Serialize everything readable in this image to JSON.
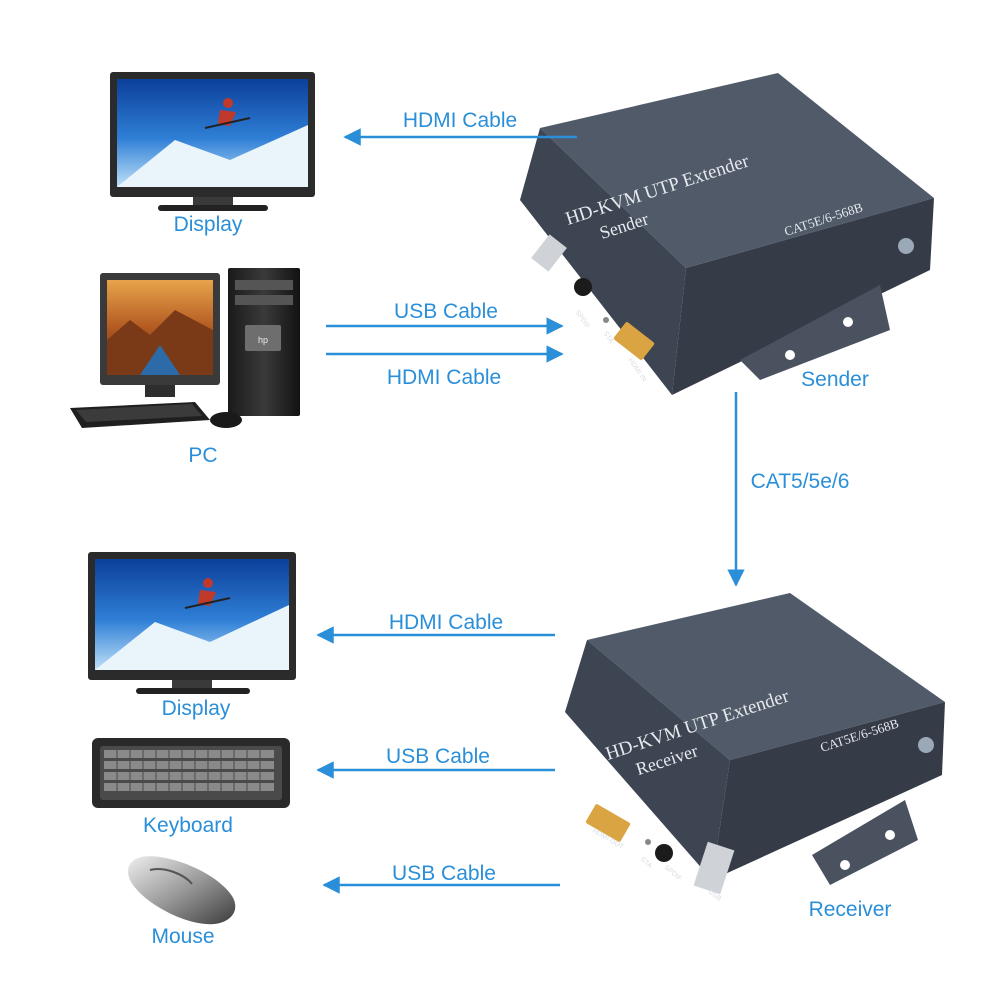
{
  "colors": {
    "arrow": "#2a8fd8",
    "label": "#2a8fd8",
    "device_body": "#4a5260"
  },
  "devices": {
    "display_top": {
      "label": "Display",
      "icon": "monitor-icon"
    },
    "pc": {
      "label": "PC",
      "icon": "desktop-pc-icon"
    },
    "display_bottom": {
      "label": "Display",
      "icon": "monitor-icon"
    },
    "keyboard": {
      "label": "Keyboard",
      "icon": "keyboard-icon"
    },
    "mouse": {
      "label": "Mouse",
      "icon": "mouse-icon"
    },
    "sender": {
      "label": "Sender",
      "title": "HD-KVM  UTP Extender",
      "subtitle": "Sender",
      "spec": "CAT5E/6-568B",
      "ports": [
        "SPDIF",
        "STA",
        "HDMI IN"
      ]
    },
    "receiver": {
      "label": "Receiver",
      "title": "HD-KVM  UTP Extender",
      "subtitle": "Receiver",
      "spec": "CAT5E/6-568B",
      "ports": [
        "HDMI OUT",
        "STA",
        "SPDIF",
        "USB"
      ]
    }
  },
  "connections": {
    "sender_to_display": "HDMI Cable",
    "pc_usb": "USB Cable",
    "pc_hdmi": "HDMI Cable",
    "link": "CAT5/5e/6",
    "receiver_to_display": "HDMI Cable",
    "receiver_to_keyboard": "USB Cable",
    "receiver_to_mouse": "USB Cable"
  }
}
